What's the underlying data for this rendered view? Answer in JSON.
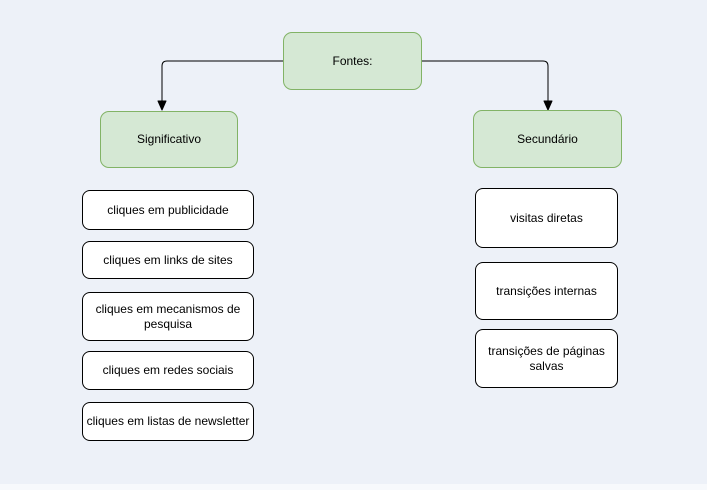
{
  "colors": {
    "background": "#edf1f8",
    "branch_fill": "#d5e8d4",
    "branch_stroke": "#82b366",
    "leaf_fill": "#ffffff",
    "leaf_stroke": "#000000",
    "connector": "#000000",
    "text": "#000000"
  },
  "root": {
    "label": "Fontes:"
  },
  "branches": {
    "left": {
      "label": "Significativo",
      "items": [
        "cliques em publicidade",
        "cliques em links de sites",
        "cliques em mecanismos de pesquisa",
        "cliques em redes sociais",
        "cliques em listas de newsletter"
      ]
    },
    "right": {
      "label": "Secundário",
      "items": [
        "visitas diretas",
        "transições internas",
        "transições de páginas salvas"
      ]
    }
  }
}
